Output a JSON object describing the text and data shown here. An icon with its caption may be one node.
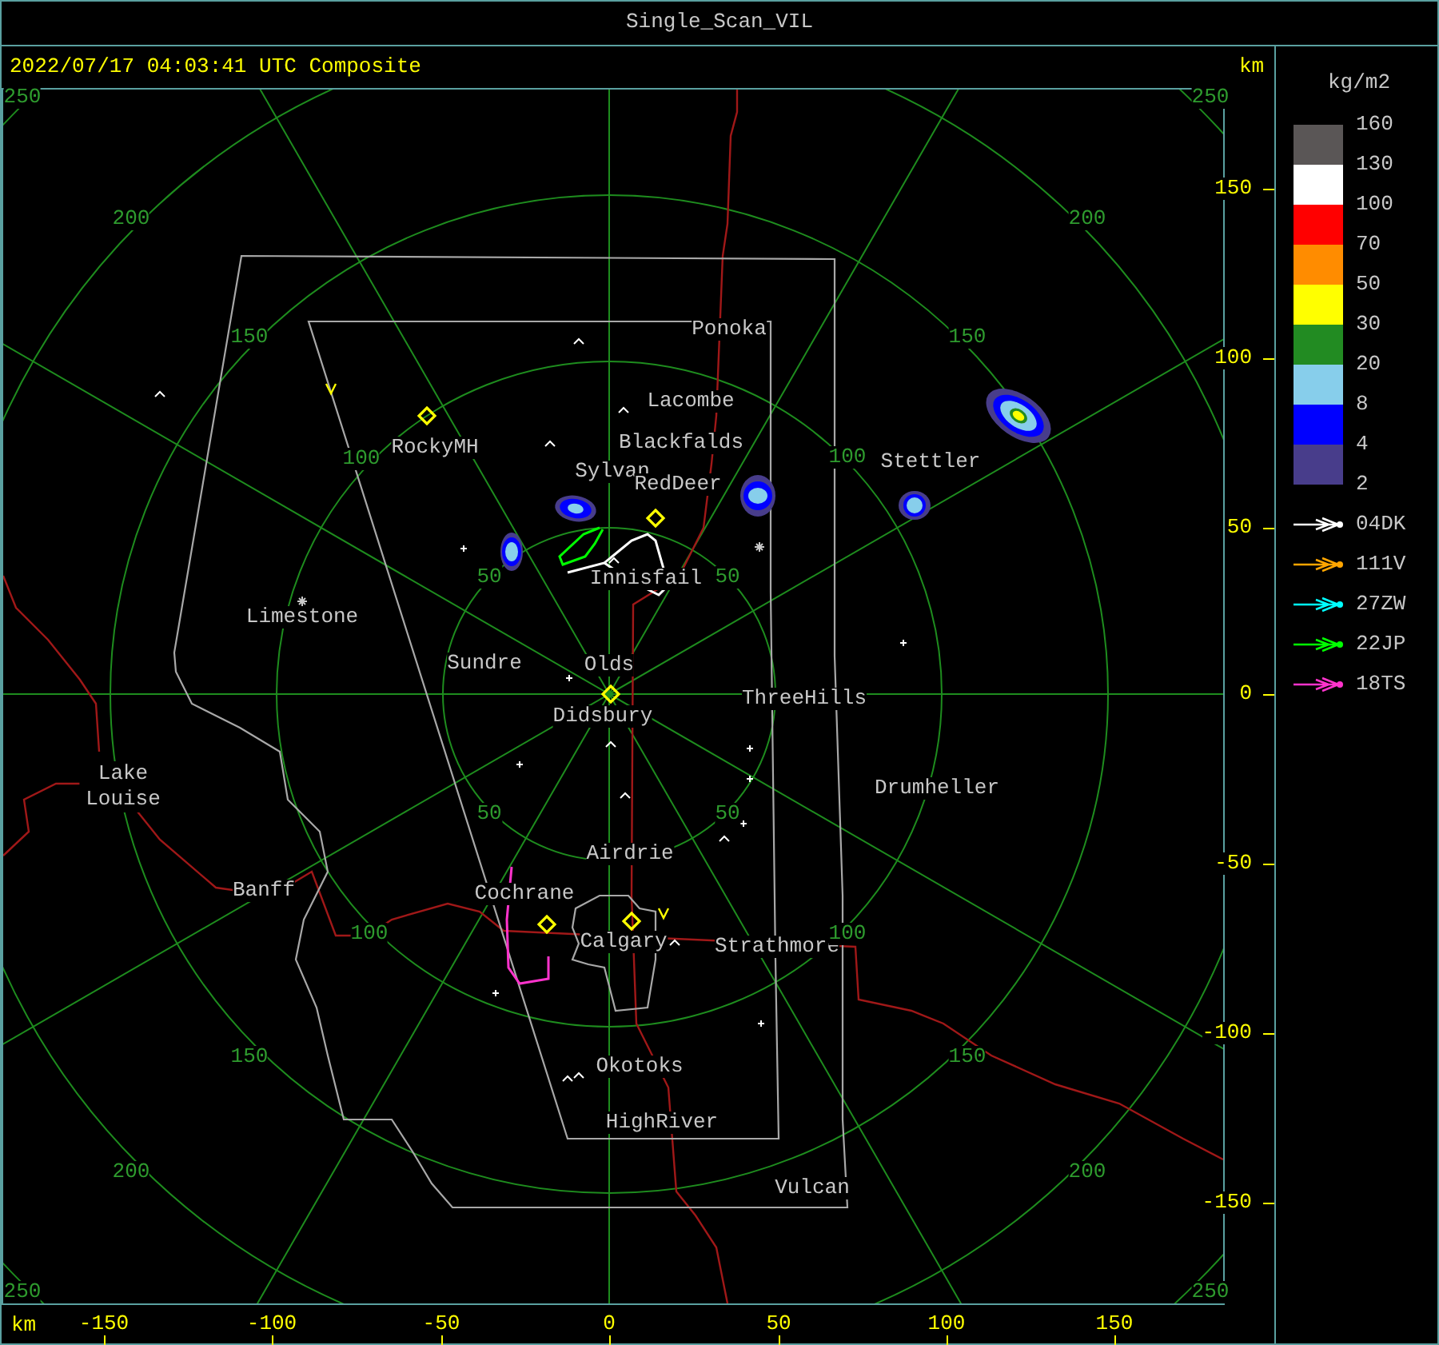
{
  "diagram": {
    "title": "Single_Scan_VIL",
    "labels": [
      "2022/07/17 04:03:41 UTC Composite",
      "km",
      "250",
      "250",
      "kg/m2",
      "150",
      "200",
      "200",
      "150",
      "Ponoka",
      "150",
      "100",
      "Lacombe",
      "100",
      "RockyMH",
      "Sylvan",
      "Blackfalds",
      "RedDeer",
      "100",
      "Stettler",
      "2",
      "50",
      "50",
      "Innisfail",
      "50",
      "Limestone",
      "Sundre",
      "Olds",
      "Didsbury",
      "ThreeHills",
      "0",
      "Lake Louise",
      "50",
      "50",
      "Drumheller",
      "Airdrie",
      "-50",
      "Banff",
      "Cochrane",
      "100",
      "Calgary",
      "Strathmore",
      "100",
      "-100",
      "150",
      "Okotoks",
      "150",
      "HighRiver",
      "200",
      "Vulcan",
      "200",
      "-150",
      "250",
      "250",
      "km",
      "-150",
      "-100",
      "-50",
      "0",
      "50",
      "100",
      "150"
    ],
    "legend": [
      {
        "text": "160",
        "color": "#5a5656"
      },
      {
        "text": "130",
        "color": "#ffffff"
      },
      {
        "text": "100",
        "color": "#ff0000"
      },
      {
        "text": "70",
        "color": "#ff8c00"
      },
      {
        "text": "50",
        "color": "#ffff00"
      },
      {
        "text": "30",
        "color": "#228b22"
      },
      {
        "text": "20",
        "color": "#87ceeb"
      },
      {
        "text": "8",
        "color": "#0000ff"
      },
      {
        "text": "4",
        "color": "#483d8b"
      },
      {
        "text": "04DK"
      },
      {
        "text": "111V"
      },
      {
        "text": "27ZW"
      },
      {
        "text": "22JP"
      },
      {
        "text": "18TS"
      }
    ]
  }
}
